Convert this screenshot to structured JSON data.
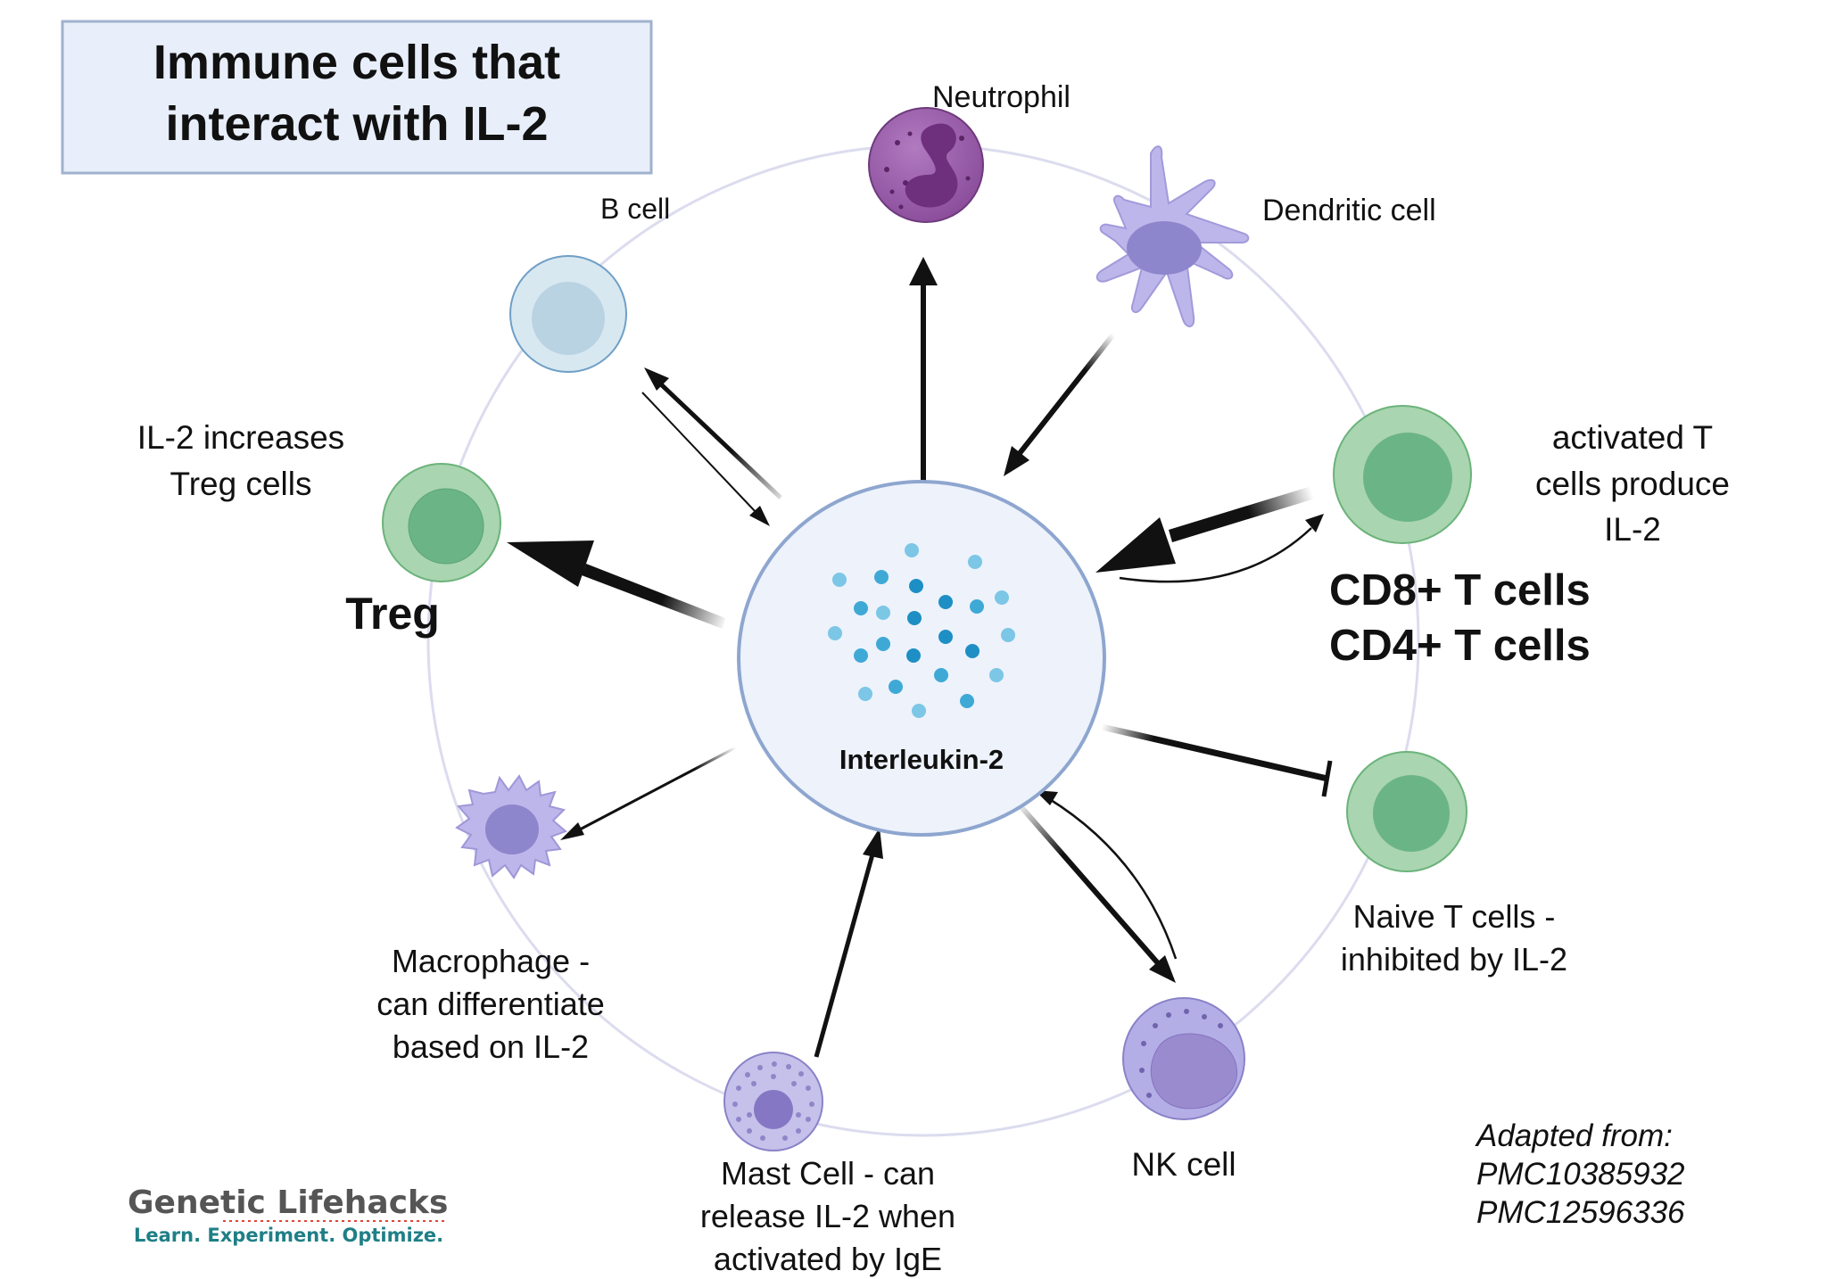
{
  "title": {
    "line1": "Immune cells that",
    "line2": "interact with IL-2"
  },
  "center": {
    "label": "Interleukin-2"
  },
  "cells": {
    "neutrophil": {
      "label": "Neutrophil"
    },
    "dendritic": {
      "label": "Dendritic cell"
    },
    "bcell": {
      "label": "B cell"
    },
    "treg": {
      "note_line1": "IL-2 increases",
      "note_line2": "Treg cells",
      "label": "Treg"
    },
    "tcells": {
      "note_line1": "activated T",
      "note_line2": "cells produce",
      "note_line3": "IL-2",
      "label1": "CD8+ T cells",
      "label2": "CD4+ T cells"
    },
    "naive": {
      "line1": "Naive T cells -",
      "line2": "inhibited by IL-2"
    },
    "nk": {
      "label": "NK cell"
    },
    "mast": {
      "line1": "Mast Cell - can",
      "line2": "release IL-2 when",
      "line3": "activated by IgE"
    },
    "macrophage": {
      "line1": "Macrophage -",
      "line2": "can differentiate",
      "line3": "based on IL-2"
    }
  },
  "credit": {
    "line1": "Adapted from:",
    "line2": "PMC10385932",
    "line3": "PMC12596336"
  },
  "brand": {
    "name": "Genetic Lifehacks",
    "tagline": "Learn. Experiment. Optimize."
  },
  "colors": {
    "green_cell": "#a9d5b0",
    "purple_cell": "#b3aee6",
    "neutrophil": "#9a5aa6",
    "bcell": "#d8e8f1",
    "center_fill": "#edf2fb",
    "center_stroke": "#8ea6cf",
    "brand_grey": "#555555",
    "brand_teal": "#1f7f86"
  }
}
